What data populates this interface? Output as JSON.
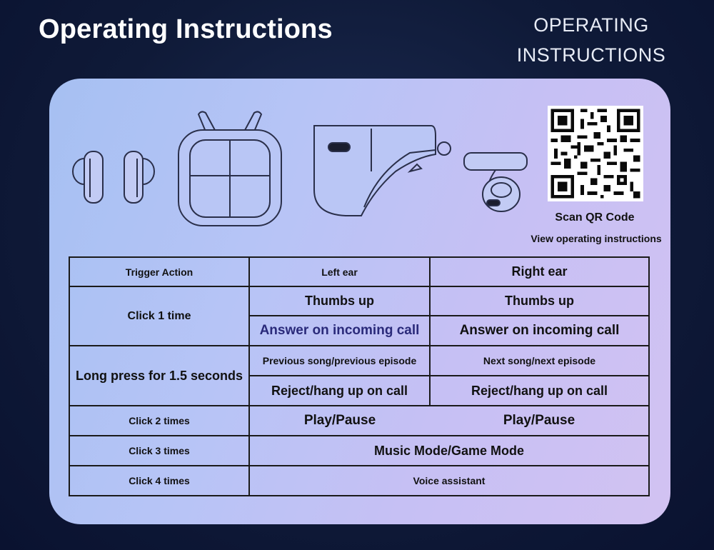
{
  "header": {
    "title": "Operating Instructions",
    "title_right_line1": "OPERATING",
    "title_right_line2": "INSTRUCTIONS"
  },
  "products": {
    "earbuds_pair": "earbuds-illustration",
    "charging_case": "charging-case-illustration",
    "case_side": "case-side-illustration",
    "single_earbud": "single-earbud-illustration"
  },
  "qr": {
    "icon": "qr-code-icon",
    "title": "Scan QR Code",
    "subtitle": "View operating instructions"
  },
  "table": {
    "header": {
      "action": "Trigger Action",
      "left": "Left ear",
      "right": "Right ear"
    },
    "click1": {
      "label": "Click 1 time",
      "left_a": "Thumbs up",
      "right_a": "Thumbs up",
      "left_b": "Answer on incoming call",
      "right_b": "Answer on incoming call"
    },
    "long_press": {
      "label": "Long press for 1.5 seconds",
      "left_a": "Previous song/previous episode",
      "right_a": "Next song/next episode",
      "left_b": "Reject/hang up on call",
      "right_b": "Reject/hang up on call"
    },
    "click2": {
      "label": "Click 2 times",
      "left": "Play/Pause",
      "right": "Play/Pause"
    },
    "click3": {
      "label": "Click 3 times",
      "both": "Music Mode/Game Mode"
    },
    "click4": {
      "label": "Click 4 times",
      "both": "Voice assistant"
    }
  }
}
